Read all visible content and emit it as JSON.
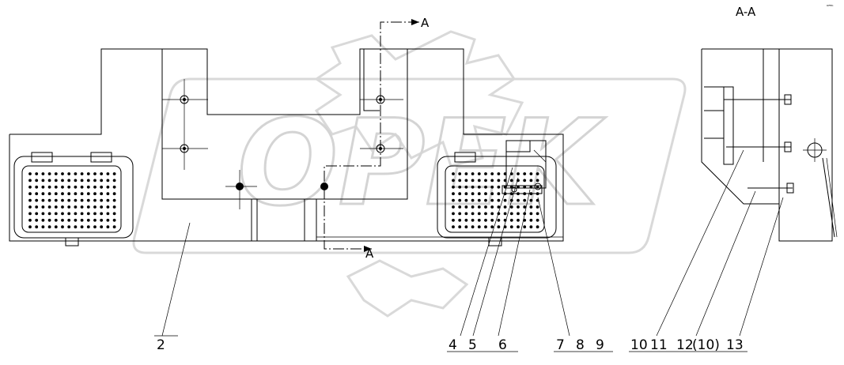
{
  "diagram": {
    "section_title": "A-A",
    "corner_mark": "ᴼᴾᴱᴷ",
    "section_arrow_top": "A",
    "section_arrow_bottom": "A",
    "watermark": "OPEK",
    "callouts": [
      {
        "id": "c2",
        "text": "2"
      },
      {
        "id": "c4",
        "text": "4"
      },
      {
        "id": "c5",
        "text": "5"
      },
      {
        "id": "c6",
        "text": "6"
      },
      {
        "id": "c7",
        "text": "7"
      },
      {
        "id": "c8",
        "text": "8"
      },
      {
        "id": "c9",
        "text": "9"
      },
      {
        "id": "c10",
        "text": "10"
      },
      {
        "id": "c11",
        "text": "11"
      },
      {
        "id": "c12",
        "text": "12"
      },
      {
        "id": "c12b",
        "text": "(10)"
      },
      {
        "id": "c13",
        "text": "13"
      }
    ]
  }
}
